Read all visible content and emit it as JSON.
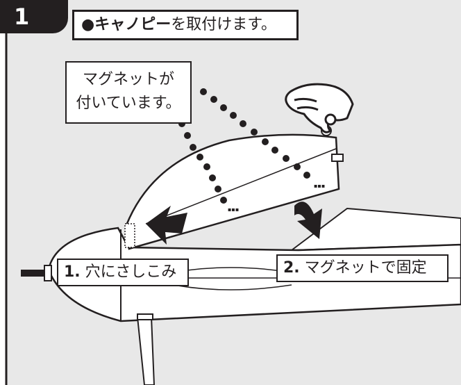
{
  "step": {
    "number": "1"
  },
  "title": {
    "bullet": "●",
    "bold": "キャノピー",
    "rest": "を取付けます。"
  },
  "callout": {
    "line1": "マグネットが",
    "line2": "付いています。"
  },
  "labels": [
    {
      "num": "1.",
      "text": "穴にさしこみ"
    },
    {
      "num": "2.",
      "text": "マグネットで固定"
    }
  ],
  "colors": {
    "panel": "#e8e8e8",
    "ink": "#231f20",
    "white": "#ffffff"
  },
  "icons": [
    "hand-pinch-icon",
    "arrow-icon",
    "magnet-dot-icon"
  ]
}
